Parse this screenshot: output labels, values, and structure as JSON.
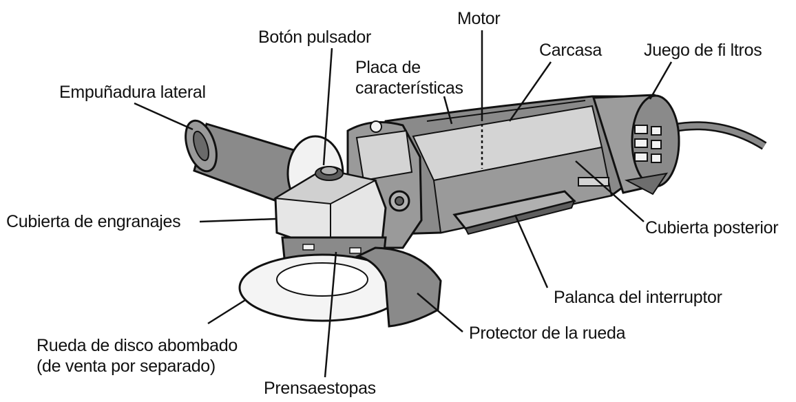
{
  "labels": {
    "motor": "Motor",
    "push_button": "Botón pulsador",
    "nameplate_line1": "Placa de",
    "nameplate_line2": "características",
    "housing": "Carcasa",
    "filter_set": "Juego de fi ltros",
    "side_handle": "Empuñadura lateral",
    "gear_cover": "Cubierta de engranajes",
    "rear_cover": "Cubierta posterior",
    "switch_lever": "Palanca del interruptor",
    "wheel_guard": "Protector de la rueda",
    "wheel_line1": "Rueda de disco abombado",
    "wheel_line2": "(de venta por separado)",
    "gland": "Prensaestopas"
  },
  "colors": {
    "ink": "#111111",
    "body_grey": "#8a8a8a",
    "light_grey": "#d4d4d4",
    "mid_grey": "#b0b0b0",
    "dark_grey": "#5e5e5e"
  }
}
